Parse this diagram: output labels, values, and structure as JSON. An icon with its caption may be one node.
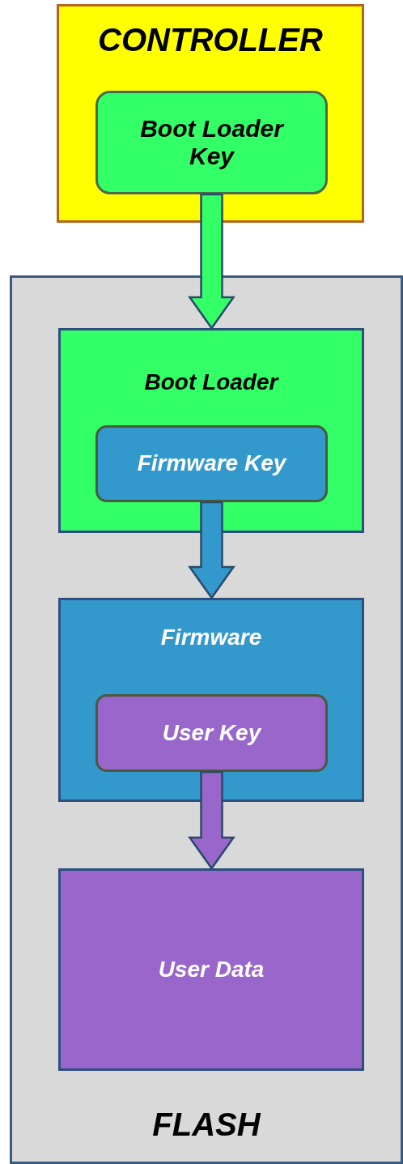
{
  "diagram": {
    "nodes": [
      {
        "text": [
          "CONTROLLER"
        ]
      },
      {
        "text": [
          "Boot Loader Key"
        ],
        "in": 0
      },
      {
        "text": [
          "FLASH"
        ]
      },
      {
        "text": [
          "Boot Loader"
        ],
        "in": 2
      },
      {
        "text": [
          "Firmware Key"
        ],
        "in": 3
      },
      {
        "text": [
          "Firmware"
        ],
        "in": 2
      },
      {
        "text": [
          "User Key"
        ],
        "in": 5
      },
      {
        "text": [
          "User Data"
        ],
        "in": 2
      }
    ],
    "edges": [
      {
        "from": 1,
        "to": 3,
        "arrow": "to",
        "style": "thick",
        "color": "#33ff66"
      },
      {
        "from": 4,
        "to": 5,
        "arrow": "to",
        "style": "thick",
        "color": "#3399cc"
      },
      {
        "from": 6,
        "to": 7,
        "arrow": "to",
        "style": "thick",
        "color": "#9966cc"
      }
    ]
  }
}
